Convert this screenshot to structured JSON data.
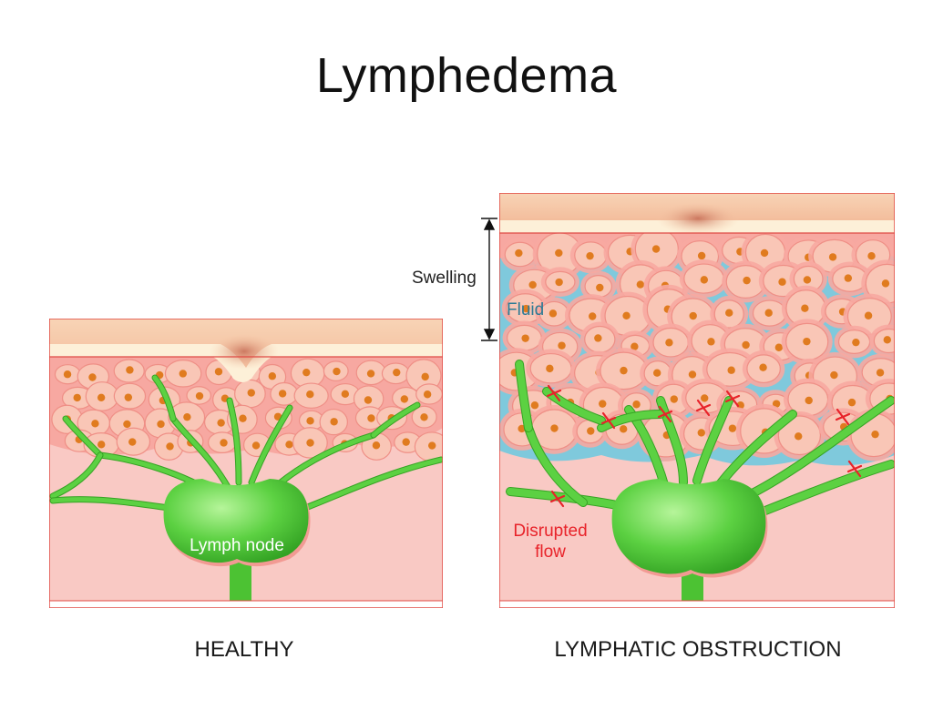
{
  "title": "Lymphedema",
  "panels": {
    "healthy": {
      "caption": "HEALTHY",
      "node_label": "Lymph node"
    },
    "obstruction": {
      "caption": "LYMPHATIC OBSTRUCTION",
      "swelling_label": "Swelling",
      "fluid_label": "Fluid",
      "disrupted_label_line1": "Disrupted",
      "disrupted_label_line2": "flow"
    }
  },
  "colors": {
    "skin_top": "#f6c9a8",
    "skin_band": "#fdf0d8",
    "dermis": "#f7a8a1",
    "subcutis": "#f9c9c4",
    "cell": "#f9c6b6",
    "nucleus": "#e07b1f",
    "lymph": "#5cd142",
    "lymph_dark": "#36a324",
    "fluid": "#7fc9dc",
    "outline": "#e04a44",
    "blockage": "#e8232a"
  }
}
